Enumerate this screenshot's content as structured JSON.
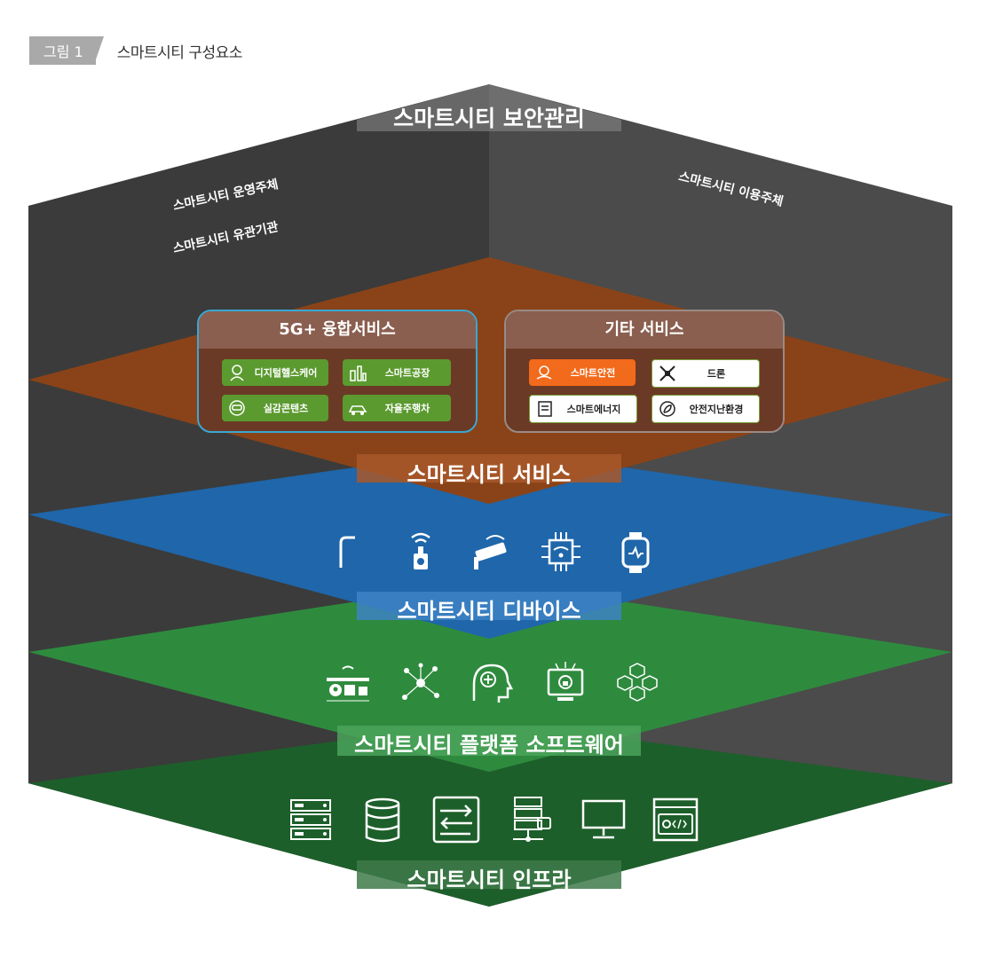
{
  "figure": {
    "tag": "그림 1",
    "title": "스마트시티 구성요소"
  },
  "security": {
    "label": "스마트시티 보안관리"
  },
  "side_labels": {
    "operator": "스마트시티 운영주체",
    "related": "스마트시티 유관기관",
    "user": "스마트시티 이용주체"
  },
  "layers": {
    "service": "스마트시티 서비스",
    "device": "스마트시티 디바이스",
    "platform": "스마트시티 플랫폼 소프트웨어",
    "infra": "스마트시티 인프라"
  },
  "cards": {
    "fiveg": {
      "title": "5G+ 융합서비스",
      "items": [
        "디지털헬스케어",
        "스마트공장",
        "실감콘텐츠",
        "자율주행차"
      ]
    },
    "other": {
      "title": "기타 서비스",
      "items": [
        "스마트안전",
        "드론",
        "스마트에너지",
        "안전지난환경"
      ]
    }
  },
  "colors": {
    "side_left": "#3a3a3a",
    "side_right": "#4a4a4a",
    "service": "#8a4216",
    "device": "#1e65a8",
    "platform": "#2f8a3d",
    "infra": "#1d5f2a",
    "green_pill": "#5a9a2e",
    "orange_pill": "#f26a1b"
  },
  "icons": {
    "device": [
      "street-lamp-icon",
      "wifi-sensor-icon",
      "cctv-camera-icon",
      "iot-chip-icon",
      "smartwatch-icon"
    ],
    "platform": [
      "location-network-icon",
      "network-nodes-icon",
      "ai-head-icon",
      "security-monitor-icon",
      "cube-cluster-icon"
    ],
    "infra": [
      "server-rack-icon",
      "database-icon",
      "data-transfer-icon",
      "network-server-icon",
      "monitor-icon",
      "web-code-icon"
    ]
  }
}
